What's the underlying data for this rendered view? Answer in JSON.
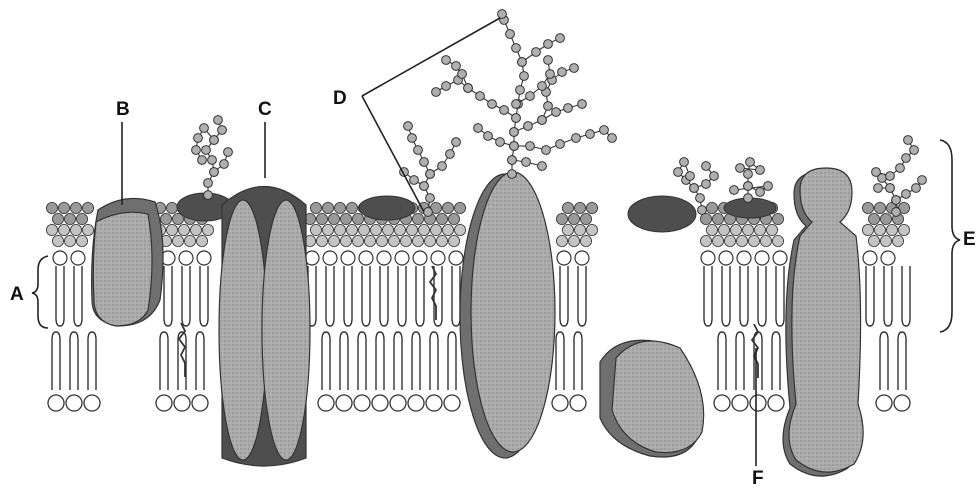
{
  "labels": {
    "A": "A",
    "B": "B",
    "C": "C",
    "D": "D",
    "E": "E",
    "F": "F"
  },
  "colors": {
    "protein_fill": "#a9a9a9",
    "protein_shade": "#6f6f6f",
    "protein_dark": "#4e4e4e",
    "head_upper": "#9a9a9a",
    "head_lower": "#ffffff",
    "outline": "#333333",
    "sugar": "#b0b0b0"
  }
}
